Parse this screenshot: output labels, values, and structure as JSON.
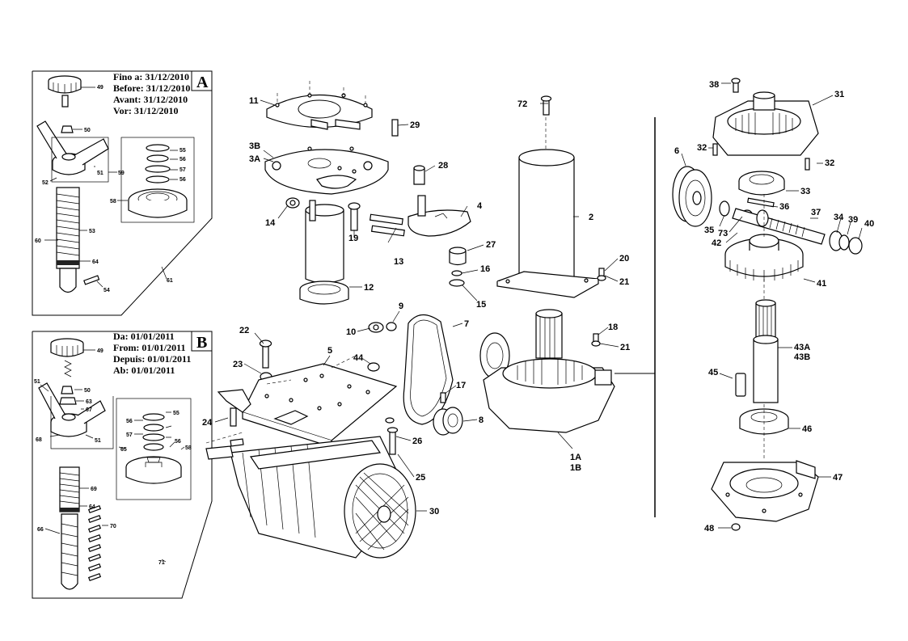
{
  "panel_a": {
    "letter": "A",
    "dates": [
      "Fino a: 31/12/2010",
      "Before: 31/12/2010",
      "Avant: 31/12/2010",
      "Vor: 31/12/2010"
    ],
    "labels": [
      "49",
      "50",
      "51",
      "52",
      "53",
      "54",
      "55",
      "56",
      "57",
      "56",
      "58",
      "59",
      "60",
      "61",
      "64"
    ]
  },
  "panel_b": {
    "letter": "B",
    "dates": [
      "Da: 01/01/2011",
      "From: 01/01/2011",
      "Depuis: 01/01/2011",
      "Ab: 01/01/2011"
    ],
    "labels": [
      "49",
      "50",
      "51",
      "51",
      "63",
      "67",
      "68",
      "55",
      "56",
      "57",
      "56",
      "58",
      "65",
      "69",
      "64",
      "70",
      "66",
      "71"
    ]
  },
  "center_labels": [
    "11",
    "29",
    "3B",
    "3A",
    "28",
    "4",
    "14",
    "19",
    "13",
    "27",
    "16",
    "15",
    "12",
    "72",
    "2",
    "20",
    "21",
    "9",
    "10",
    "7",
    "18",
    "21",
    "22",
    "23",
    "5",
    "44",
    "17",
    "8",
    "24",
    "26",
    "25",
    "30",
    "1A",
    "1B"
  ],
  "right_labels": [
    "38",
    "31",
    "6",
    "32",
    "32",
    "33",
    "36",
    "37",
    "34",
    "39",
    "40",
    "35",
    "73",
    "42",
    "41",
    "43A",
    "43B",
    "45",
    "46",
    "47",
    "48"
  ]
}
